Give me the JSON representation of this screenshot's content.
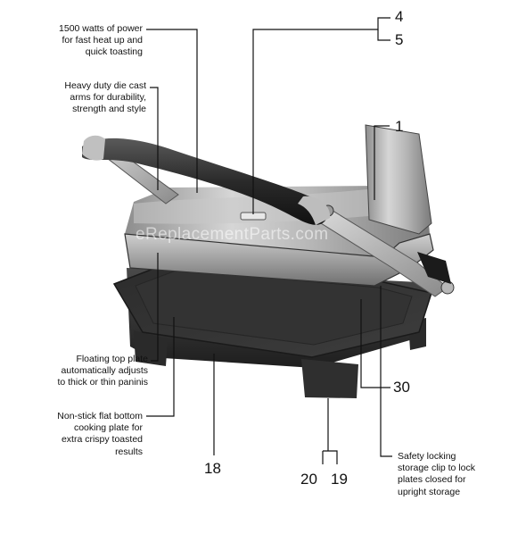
{
  "callouts": {
    "power": "1500 watts of power\nfor fast heat up and\nquick toasting",
    "arms": "Heavy duty die cast\narms for durability,\nstrength and style",
    "floating_plate": "Floating top plate\nautomatically adjusts\nto thick or thin paninis",
    "nonstick": "Non-stick flat bottom\ncooking plate for\nextra crispy toasted\nresults",
    "safety_clip": "Safety locking\nstorage clip to lock\nplates closed for\nupright storage"
  },
  "part_numbers": {
    "n4": "4",
    "n5": "5",
    "n1": "1",
    "n30": "30",
    "n18": "18",
    "n20": "20",
    "n19": "19"
  },
  "watermark": "eReplacementParts.com"
}
